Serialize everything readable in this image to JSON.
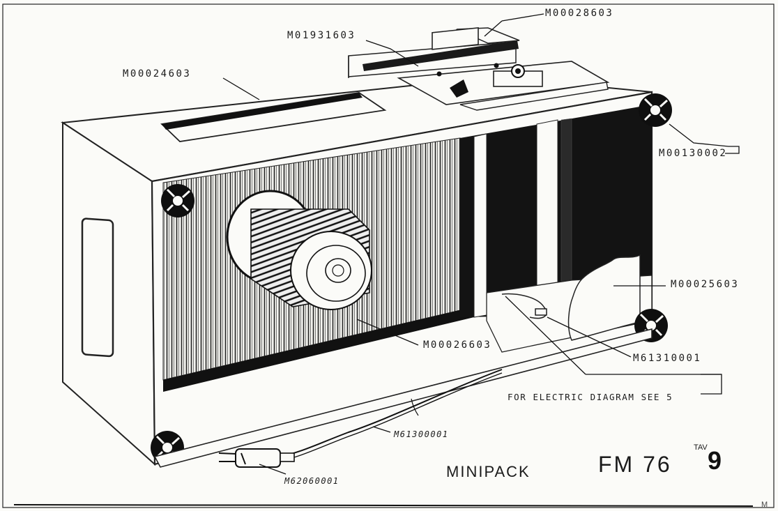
{
  "labels": {
    "cover_top_right": "M00028603",
    "handle": "M01931603",
    "top_panel_left": "M00024603",
    "corner_foot": "M00130002",
    "side_panel": "M00025603",
    "fan_motor": "M00026603",
    "cable_clamp": "M61310001",
    "power_cable": "M61300001",
    "plug": "M62060001"
  },
  "note": "FOR ELECTRIC DIAGRAM SEE 5",
  "title": "MINIPACK",
  "model": "FM 76",
  "tav_label": "TAV",
  "tav_number": "9",
  "corner_mark": "M"
}
